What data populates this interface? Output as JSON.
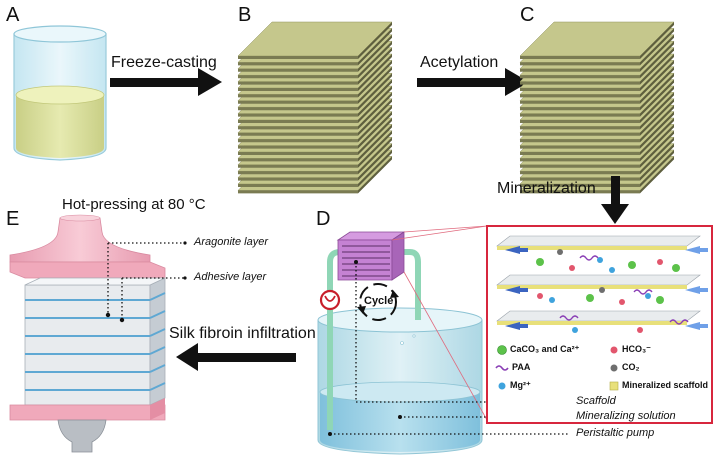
{
  "panels": {
    "a": "A",
    "b": "B",
    "c": "C",
    "d": "D",
    "e": "E"
  },
  "steps": {
    "freeze": "Freeze-casting",
    "acetylation": "Acetylation",
    "mineralization": "Mineralization",
    "hot_pressing": "Hot-pressing at 80 °C",
    "silk": "Silk fibroin infiltration",
    "cycle": "Cycle"
  },
  "callouts": {
    "aragonite": "Aragonite layer",
    "adhesive": "Adhesive layer",
    "scaffold": "Scaffold",
    "solution": "Mineralizing solution",
    "pump": "Peristaltic pump"
  },
  "legend": {
    "caco3": "CaCO₃ and Ca²⁺",
    "hco3": "HCO₃⁻",
    "paa": "PAA",
    "co2": "CO₂",
    "mg": "Mg²⁺",
    "scaffold": "Mineralized scaffold"
  },
  "colors": {
    "scaffold_top": "#c5c78c",
    "scaffold_front": "#7a7b52",
    "scaffold_side": "#5e5f3e",
    "solution_yellow": "#dfe4a0",
    "pink": "#f2b5c4",
    "blue_line": "#5fa8d3",
    "red_frame": "#d7263d",
    "arrow_blue": "#3b64c0"
  }
}
